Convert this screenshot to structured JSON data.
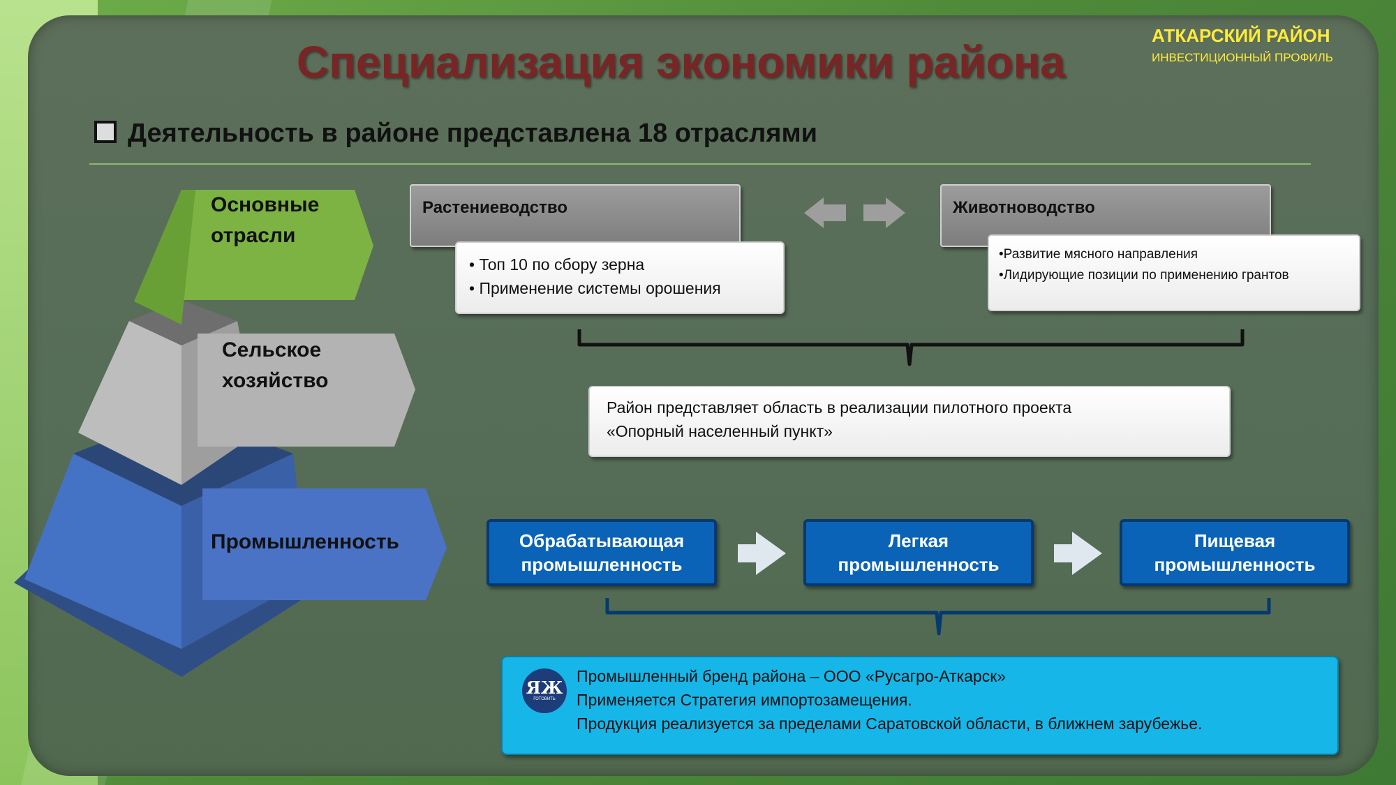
{
  "header": {
    "title": "Специализация экономики района",
    "brand_name": "АТКАРСКИЙ РАЙОН",
    "brand_sub": "ИНВЕСТИЦИОННЫЙ ПРОФИЛЬ"
  },
  "subtitle": "Деятельность в районе представлена 18 отраслями",
  "pyramid": {
    "tiers": [
      {
        "label_line1": "Основные",
        "label_line2": "отрасли",
        "color": "#7cb342"
      },
      {
        "label_line1": "Сельское",
        "label_line2": "хозяйство",
        "color": "#a9a9a9"
      },
      {
        "label_line1": "Промышленность",
        "label_line2": "",
        "color": "#4472c4"
      }
    ]
  },
  "agriculture": {
    "crop": {
      "title": "Растениеводство",
      "bullets": [
        "Топ 10 по сбору зерна",
        "Применение системы орошения"
      ]
    },
    "livestock": {
      "title": "Животноводство",
      "bullets": [
        "Развитие мясного направления",
        "Лидирующие позиции по применению грантов"
      ]
    },
    "pilot": {
      "line1": "Район представляет область в реализации пилотного проекта",
      "line2": "«Опорный населенный пункт»"
    }
  },
  "industry": {
    "boxes": [
      {
        "line1": "Обрабатывающая",
        "line2": "промышленность"
      },
      {
        "line1": "Легкая",
        "line2": "промышленность"
      },
      {
        "line1": "Пищевая",
        "line2": "промышленность"
      }
    ],
    "brand_box": {
      "line1": "Промышленный бренд района – ООО «Русагро-Аткарск»",
      "line2": "Применяется Стратегия импортозамещения.",
      "line3": "Продукция реализуется за пределами Саратовской области, в ближнем зарубежье.",
      "logo_text": "ГОТОВИТЬ"
    }
  },
  "colors": {
    "title": "#7a2525",
    "brand": "#ffeb3b",
    "industry_box": "#0b63b8",
    "brand_box": "#17b6e8"
  }
}
